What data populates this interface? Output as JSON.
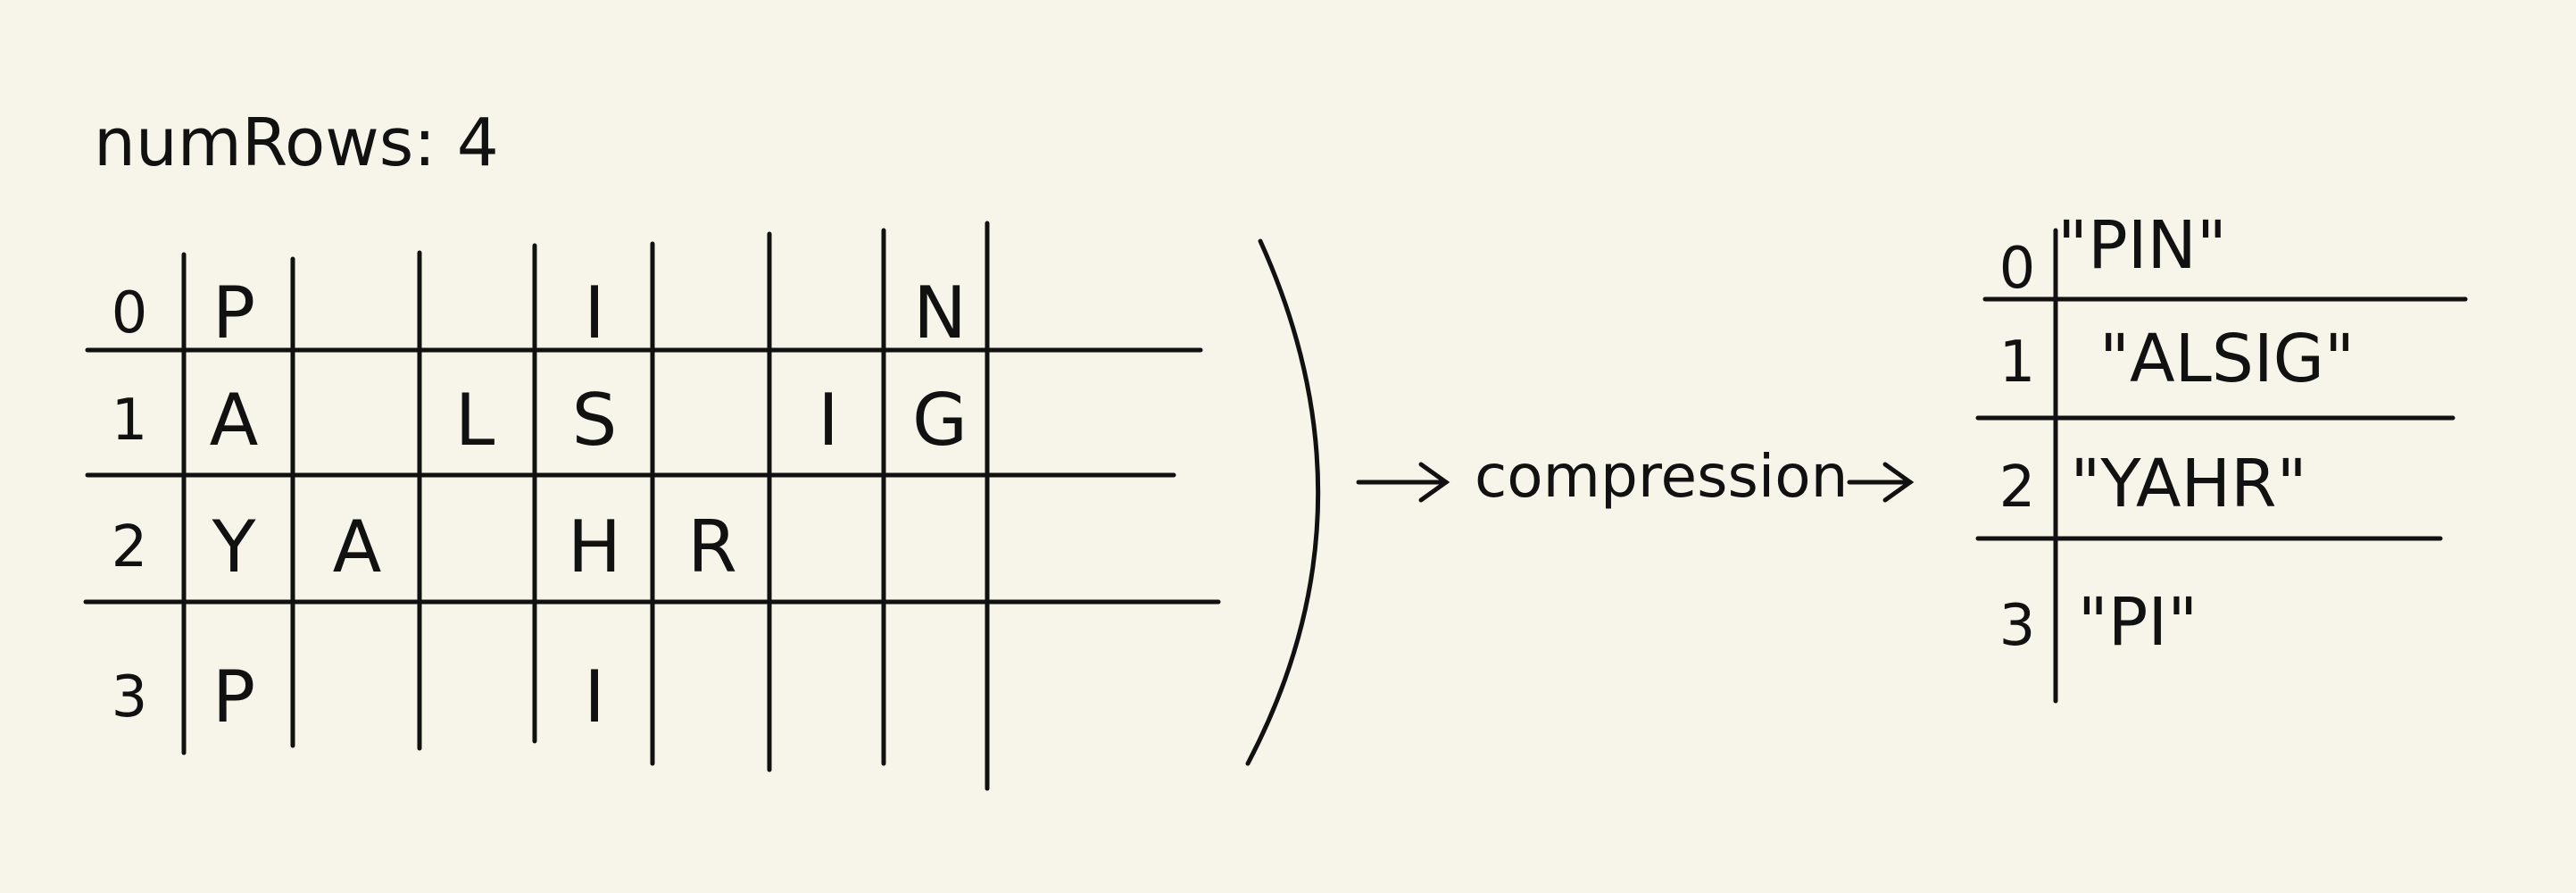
{
  "colors": {
    "background": "#f7f5ea",
    "ink": "#111111"
  },
  "header": {
    "num_rows_label": "numRows: 4"
  },
  "zigzag_grid": {
    "row_labels": [
      "0",
      "1",
      "2",
      "3"
    ],
    "cells": [
      [
        "P",
        "",
        "",
        "I",
        "",
        "",
        "N"
      ],
      [
        "A",
        "",
        "L",
        "S",
        "",
        "I",
        "G"
      ],
      [
        "Y",
        "A",
        "",
        "H",
        "R",
        "",
        ""
      ],
      [
        "P",
        "",
        "",
        "I",
        "",
        "",
        ""
      ]
    ]
  },
  "flow": {
    "label": "compression",
    "left_arrow": "→",
    "right_arrow": "→"
  },
  "result_table": {
    "row_labels": [
      "0",
      "1",
      "2",
      "3"
    ],
    "values": [
      "\"PIN\"",
      "\"ALSIG\"",
      "\"YAHR\"",
      "\"PI\""
    ]
  }
}
